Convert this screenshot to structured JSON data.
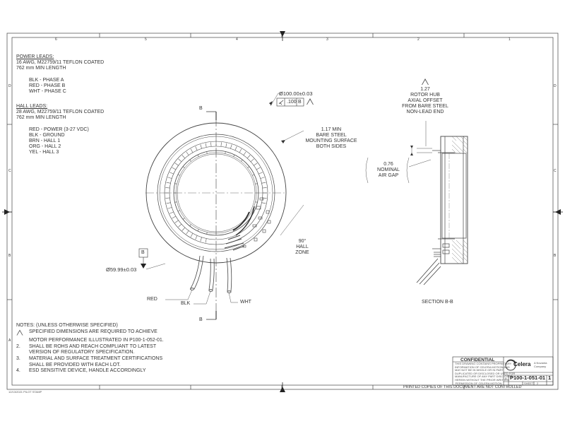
{
  "zones": {
    "top": [
      "6",
      "5",
      "4",
      "3",
      "2",
      "1"
    ],
    "sides": [
      "D",
      "C",
      "B",
      "A"
    ]
  },
  "power_leads": {
    "heading": "POWER LEADS:",
    "lines": [
      "16 AWG, M22759/11 TEFLON COATED",
      "762 mm MIN LENGTH"
    ],
    "wires": [
      "BLK - PHASE A",
      "RED - PHASE B",
      "WHT - PHASE C"
    ]
  },
  "hall_leads": {
    "heading": "HALL LEADS:",
    "lines": [
      "28 AWG, M22759/11 TEFLON COATED",
      "762 mm MIN LENGTH"
    ],
    "wires": [
      "RED - POWER (3-27 VDC)",
      "BLK - GROUND",
      "BRN - HALL 1",
      "ORG - HALL 2",
      "YEL - HALL 3"
    ]
  },
  "front_view": {
    "section_marker": "B",
    "outer_diameter": "Ø100.00±0.03",
    "runout_value": ".100",
    "runout_datum": "B",
    "mount_surface": [
      "1.17 MIN",
      "BARE STEEL",
      "MOUNTING SURFACE",
      "BOTH SIDES"
    ],
    "hall_zone": [
      "90°",
      "HALL ZONE"
    ],
    "datum": "B",
    "inner_diameter": "Ø59.99±0.03",
    "wire_labels": [
      "RED",
      "BLK",
      "WHT"
    ]
  },
  "section_view": {
    "axial_offset": [
      "1.27",
      "ROTOR HUB",
      "AXIAL OFFSET",
      "FROM BARE STEEL",
      "NON-LEAD END"
    ],
    "air_gap": [
      "0.76",
      "NOMINAL",
      "AIR GAP"
    ],
    "title": "SECTION B-B"
  },
  "notes": {
    "heading": "NOTES: (UNLESS OTHERWISE SPECIFIED)",
    "items": [
      {
        "num": "1.",
        "lines": [
          "SPECIFIED DIMENSIONS ARE REQUIRED TO ACHIEVE",
          "MOTOR PERFORMANCE ILLUSTRATED IN P100-1-052-01."
        ]
      },
      {
        "num": "2.",
        "lines": [
          "SHALL BE ROHS AND REACH COMPLIANT TO LATEST",
          "VERSION OF REGULATORY SPECIFICATION."
        ]
      },
      {
        "num": "3.",
        "lines": [
          "MATERIAL AND SURFACE TREATMENT CERTIFICATIONS",
          "SHALL BE PROVIDED WITH EACH LOT."
        ]
      },
      {
        "num": "4.",
        "lines": [
          "ESD SENSITIVE DEVICE, HANDLE ACCORDINGLY"
        ]
      }
    ]
  },
  "title_block": {
    "confidential": "CONFIDENTIAL",
    "proprietary": [
      "THIS DRAWING CONTAINS PROPRIETARY",
      "INFORMATION OF CELERA MOTION AND",
      "MAY NOT BE IN WHOLE OR IN PART",
      "DUPLICATED OR DISCLOSED OR USED FOR",
      "MANUFACTURE OF ANY PART DISCLOSED",
      "HEREIN WITHOUT THE PRIOR WRITTEN",
      "PERMISSION OF CELERA MOTION."
    ],
    "company": "Celera",
    "company_sub": [
      "A Novanta",
      "Company"
    ],
    "size": "A",
    "sheet_scale": "SHEET",
    "part_number": "P100-1-051-01",
    "rev": "1",
    "sheet": "2"
  },
  "footer": {
    "stamp": "12/13/2021 PILOT STAMP",
    "printed": "PRINTED COPIES OF THIS DOCUMENT ARE NOT CONTROLLED"
  },
  "colors": {
    "line": "#333333",
    "thin": "#666666",
    "paper": "#ffffff"
  }
}
